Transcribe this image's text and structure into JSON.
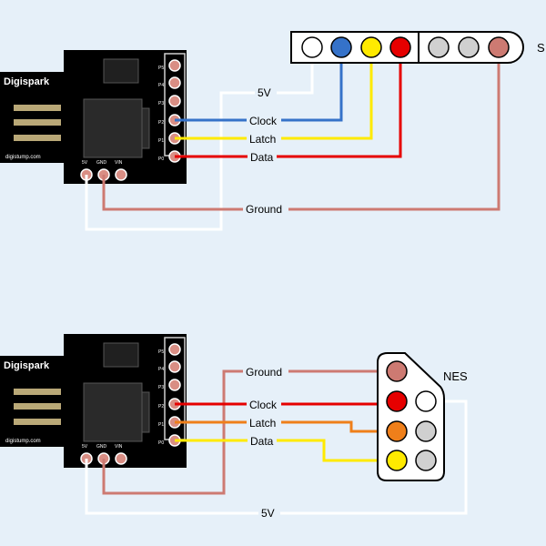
{
  "colors": {
    "background": "#e6f0f9",
    "board": "#000000",
    "pin_pad": "#d98e84",
    "wire_5v": "#ffffff",
    "wire_clock": "#3572c9",
    "wire_latch_snes": "#ffea00",
    "wire_data": "#e60000",
    "wire_ground": "#cd7a72",
    "wire_latch_nes": "#ef7f1a",
    "wire_data_nes": "#ffea00",
    "pin_white": "#ffffff",
    "pin_blue": "#3572c9",
    "pin_yellow": "#ffea00",
    "pin_red": "#e60000",
    "pin_grey": "#d0d0d0",
    "pin_salmon": "#cd7a72",
    "pin_orange": "#ef7f1a"
  },
  "board": {
    "name": "Digispark",
    "site": "digistump.com",
    "pin_p5": "P5",
    "pin_p4": "P4",
    "pin_p3": "P3",
    "pin_p2": "P2",
    "pin_p1": "P1",
    "pin_p0": "P0",
    "pin_5v": "5V",
    "pin_gnd": "GND",
    "pin_vin": "VIN"
  },
  "snes": {
    "title": "S",
    "wire_labels": {
      "v5": "5V",
      "clock": "Clock",
      "latch": "Latch",
      "data": "Data",
      "ground": "Ground"
    }
  },
  "nes": {
    "title": "NES",
    "wire_labels": {
      "ground": "Ground",
      "clock": "Clock",
      "latch": "Latch",
      "data": "Data",
      "v5": "5V"
    }
  }
}
